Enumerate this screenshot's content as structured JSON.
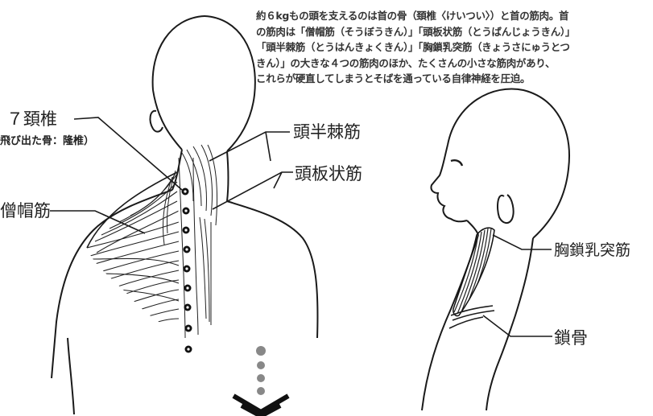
{
  "description": {
    "lines": [
      "約６kgもの頭を支えるのは首の骨（頚椎〈けいつい〉）と首の筋肉。首",
      "の筋肉は「僧帽筋（そうぼうきん）」「頭板状筋（とうばんじょうきん）」",
      "「頭半棘筋（とうはんきょくきん）」「胸鎖乳突筋（きょうさにゅうとつ",
      "きん）」の大きな４つの筋肉のほか、たくさんの小さな筋肉があり、",
      "これらが硬直してしまうとそばを通っている自律神経を圧迫。"
    ]
  },
  "labels": {
    "c7": "７頚椎",
    "c7_note": "飛び出た骨：隆椎）",
    "trapezius": "僧帽筋",
    "semispinalis": "頭半棘筋",
    "splenius": "頭板状筋",
    "scm": "胸鎖乳突筋",
    "clavicle": "鎖骨"
  }
}
